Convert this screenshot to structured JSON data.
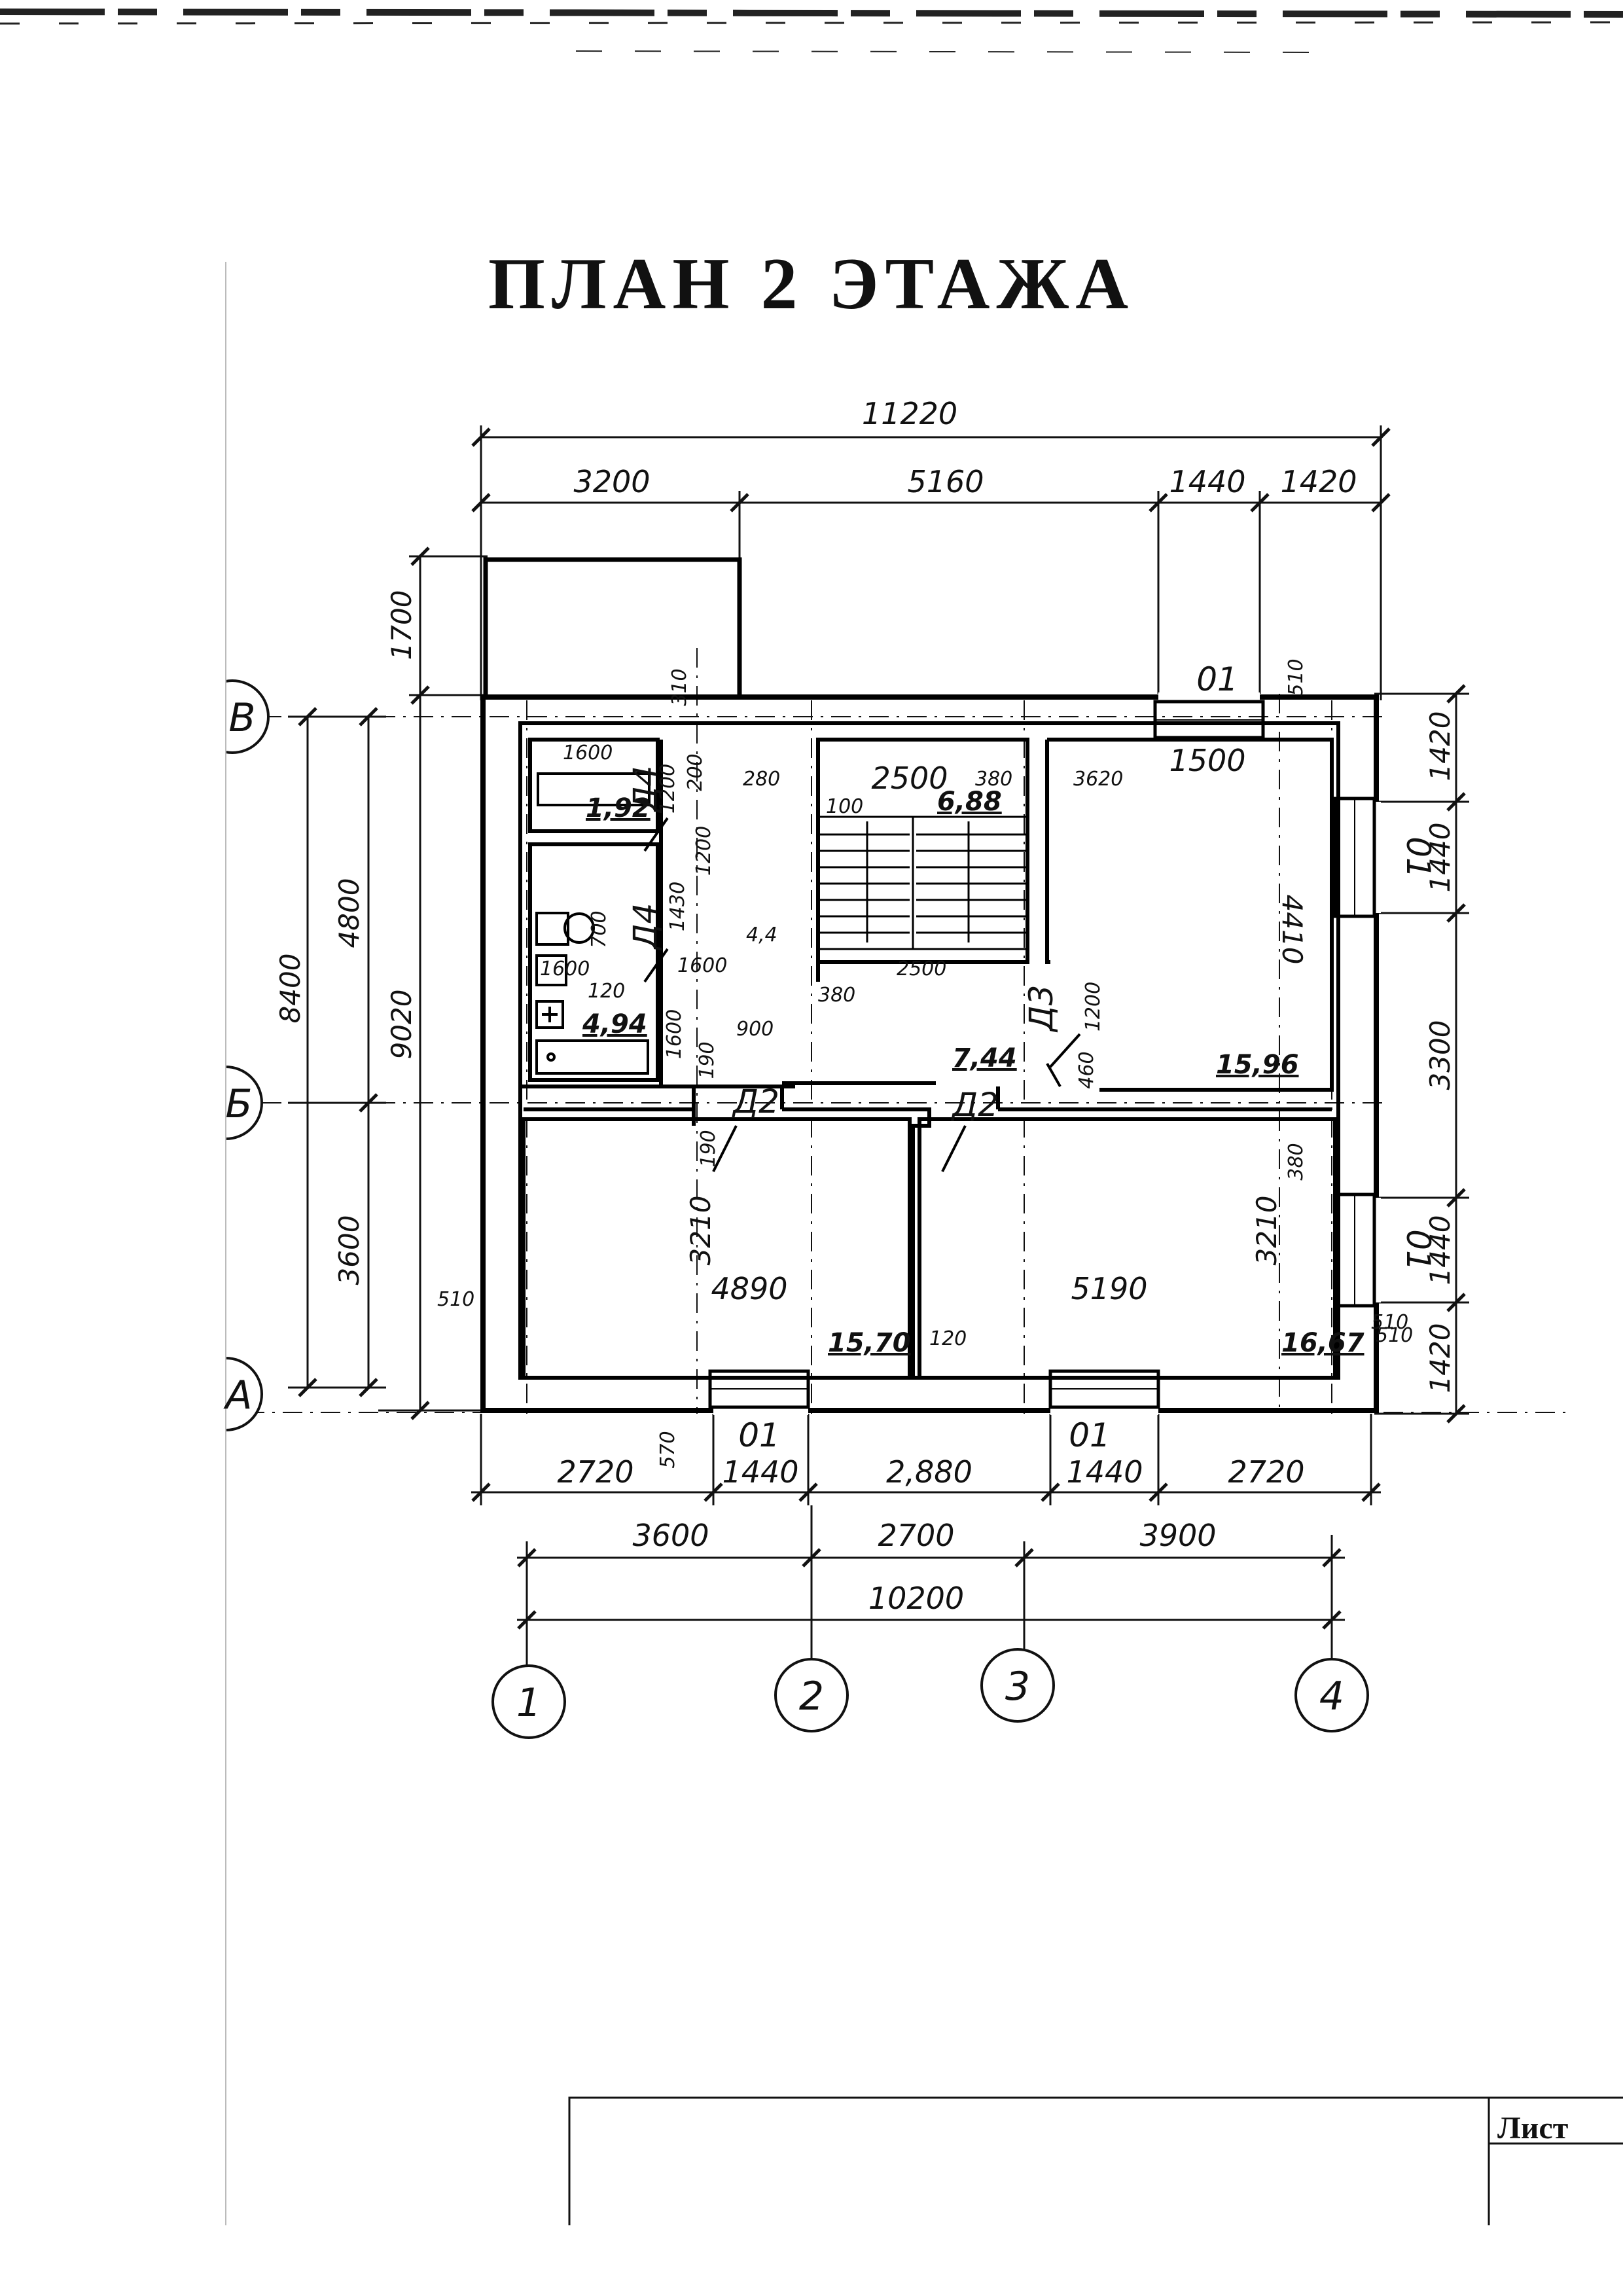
{
  "title": "ПЛАН 2 ЭТАЖА",
  "sheet": {
    "label": "Лист"
  },
  "dimensions": {
    "top_overall": "11220",
    "top_3200": "3200",
    "top_5160": "5160",
    "top_1440": "1440",
    "top_1420": "1420",
    "left_1700": "1700",
    "left_8400": "8400",
    "left_4800": "4800",
    "left_3600": "3600",
    "left_9020": "9020",
    "right_1420_top": "1420",
    "right_1440_top": "1440",
    "right_3300": "3300",
    "right_1440_bottom": "1440",
    "right_1420_bottom": "1420",
    "bottom_2720_left": "2720",
    "bottom_1440_left": "1440",
    "bottom_2880": "2,880",
    "bottom_1440_right": "1440",
    "bottom_2720_right": "2720",
    "axes_3600": "3600",
    "axes_2700": "2700",
    "axes_3900": "3900",
    "axes_overall": "10200"
  },
  "interior_dims": [
    "310",
    "510",
    "1600",
    "200",
    "1200",
    "280",
    "2500",
    "380",
    "100",
    "3620",
    "1500",
    "1200",
    "1430",
    "700",
    "4,4",
    "1600",
    "1600",
    "120",
    "2500",
    "380",
    "4410",
    "1200",
    "1600",
    "900",
    "190",
    "460",
    "190",
    "3210",
    "4890",
    "3210",
    "5190",
    "380",
    "510",
    "120",
    "510",
    "570",
    "510"
  ],
  "areas": [
    "1,92",
    "4,94",
    "6,88",
    "7,44",
    "15,96",
    "15,70",
    "16,67"
  ],
  "doors": [
    "Д4",
    "Д4",
    "Д3",
    "Д2",
    "Д2"
  ],
  "windows": [
    "01",
    "01",
    "01",
    "01",
    "01"
  ],
  "axes": {
    "letters": [
      "В",
      "Б",
      "А"
    ],
    "numbers": [
      "1",
      "2",
      "3",
      "4"
    ]
  }
}
